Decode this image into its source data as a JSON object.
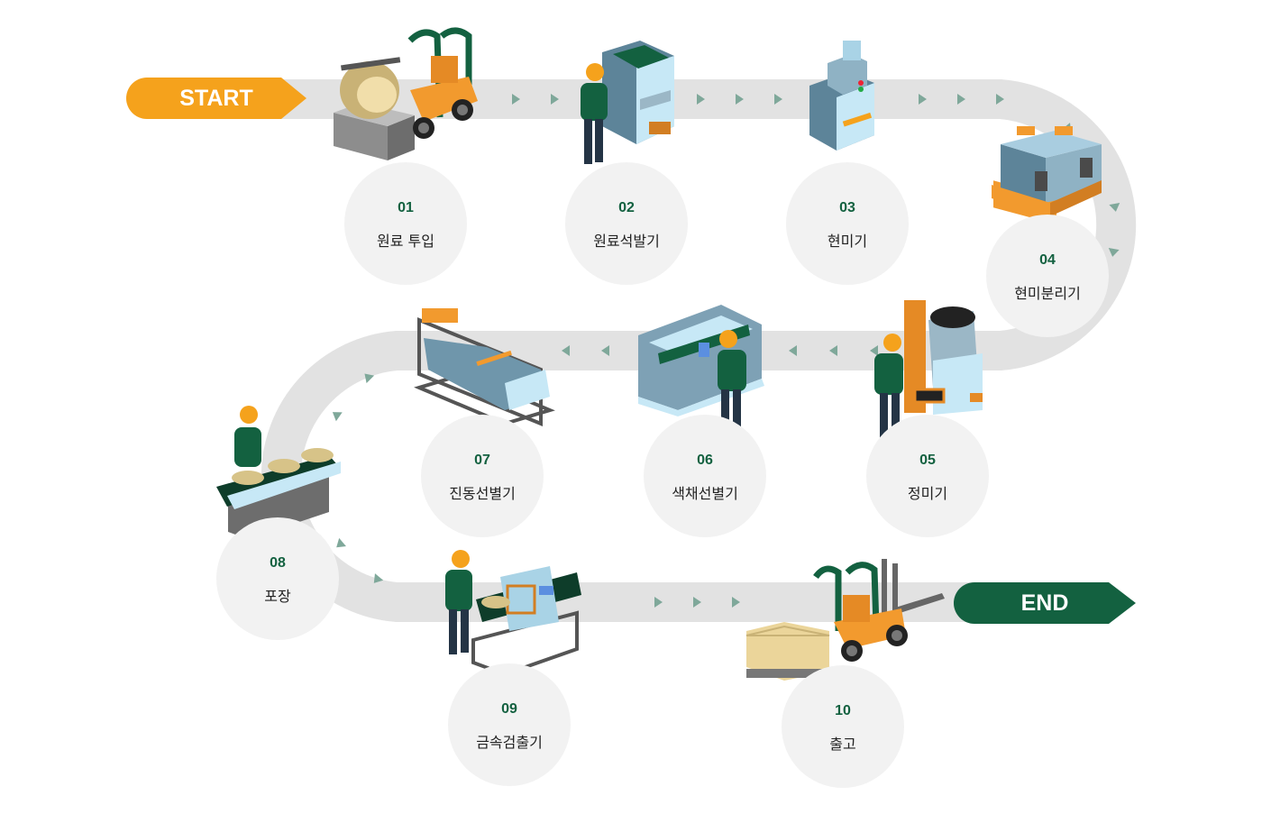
{
  "start_label": "START",
  "end_label": "END",
  "colors": {
    "track": "#e2e2e2",
    "arrow": "#7fa89a",
    "start": "#f5a21c",
    "end": "#136140",
    "step_bg": "#f2f2f2",
    "step_number": "#136140"
  },
  "steps": [
    {
      "number": "01",
      "label": "원료 투입",
      "icon": "bag-forklift-icon"
    },
    {
      "number": "02",
      "label": "원료석발기",
      "icon": "stone-remover-icon"
    },
    {
      "number": "03",
      "label": "현미기",
      "icon": "husker-icon"
    },
    {
      "number": "04",
      "label": "현미분리기",
      "icon": "separator-icon"
    },
    {
      "number": "05",
      "label": "정미기",
      "icon": "polisher-icon"
    },
    {
      "number": "06",
      "label": "색채선별기",
      "icon": "color-sorter-icon"
    },
    {
      "number": "07",
      "label": "진동선별기",
      "icon": "vibrating-sorter-icon"
    },
    {
      "number": "08",
      "label": "포장",
      "icon": "packaging-conveyor-icon"
    },
    {
      "number": "09",
      "label": "금속검출기",
      "icon": "metal-detector-icon"
    },
    {
      "number": "10",
      "label": "출고",
      "icon": "shipping-forklift-icon"
    }
  ]
}
